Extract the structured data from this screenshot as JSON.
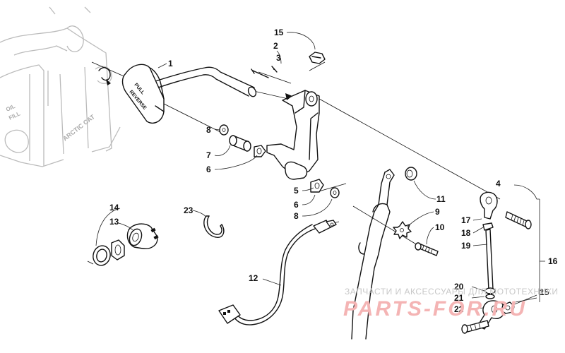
{
  "engine_labels": {
    "oil_fill": [
      "OIL",
      "FILL"
    ],
    "brand": "ARCTIC CAT"
  },
  "lever_text": [
    "PULL",
    "REVERSE"
  ],
  "watermark": {
    "tagline": "ЗАПЧАСТИ И АКСЕССУАРЫ ДЛЯ МОТОТЕХНИКИ",
    "site": "PARTS-FOR.RU"
  },
  "callouts": {
    "c1": "1",
    "c2": "2",
    "c3": "3",
    "c4": "4",
    "c5": "5",
    "c6a": "6",
    "c6b": "6",
    "c7": "7",
    "c8a": "8",
    "c8b": "8",
    "c9": "9",
    "c10": "10",
    "c11": "11",
    "c12": "12",
    "c13": "13",
    "c14": "14",
    "c15a": "15",
    "c15b": "15",
    "c16": "16",
    "c17": "17",
    "c18": "18",
    "c19": "19",
    "c20": "20",
    "c21": "21",
    "c22": "22",
    "c23": "23"
  }
}
